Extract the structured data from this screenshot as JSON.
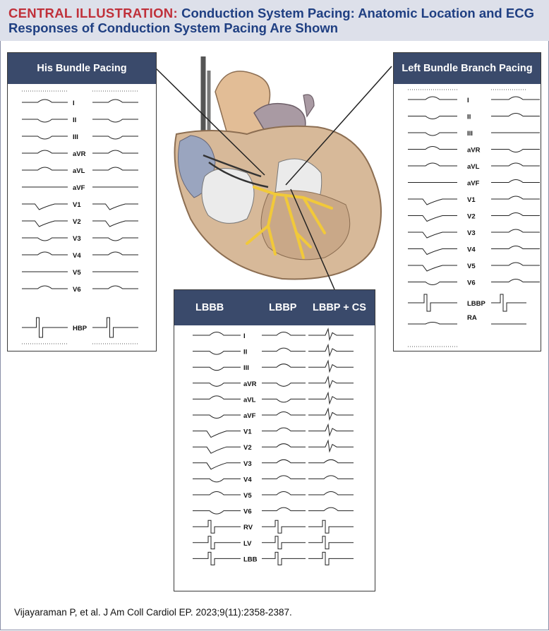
{
  "banner": {
    "lead": "CENTRAL ILLUSTRATION:",
    "title": "Conduction System Pacing: Anatomic Location and ECG Responses of Conduction System Pacing Are Shown"
  },
  "his_panel": {
    "title": "His Bundle Pacing",
    "leads": [
      "I",
      "II",
      "III",
      "aVR",
      "aVL",
      "aVF",
      "V1",
      "V2",
      "V3",
      "V4",
      "V5",
      "V6"
    ],
    "pacing_label": "HBP"
  },
  "lbbp_panel": {
    "title": "Left Bundle Branch Pacing",
    "leads": [
      "I",
      "II",
      "III",
      "aVR",
      "aVL",
      "aVF",
      "V1",
      "V2",
      "V3",
      "V4",
      "V5",
      "V6"
    ],
    "pacing_label": "LBBP",
    "extra_label": "RA"
  },
  "compare_panel": {
    "columns": [
      "LBBB",
      "LBBP",
      "LBBP + CS"
    ],
    "leads": [
      "I",
      "II",
      "III",
      "aVR",
      "aVL",
      "aVF",
      "V1",
      "V2",
      "V3",
      "V4",
      "V5",
      "V6",
      "RV",
      "LV",
      "LBB"
    ]
  },
  "citation": "Vijayaraman P, et al. J Am Coll Cardiol EP. 2023;9(11):2358-2387.",
  "colors": {
    "banner_bg": "#dde0ea",
    "lead_red": "#c0303a",
    "title_blue": "#1f3f82",
    "header_bg": "#3a4a6b",
    "conduction_yellow": "#f1c93a",
    "heart_muscle": "#d7b999"
  }
}
